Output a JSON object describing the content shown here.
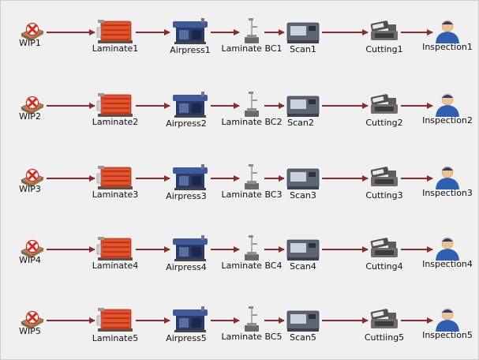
{
  "colors": {
    "background": "#f0f0f0",
    "arrow": "#8b2a2a",
    "wip_box": "#b5835a",
    "wip_cross": "#d9261c",
    "laminate_body": "#e3522b",
    "airpress_body": "#2a3b6b",
    "scan_body": "#5b6470",
    "inspection_body": "#2f5fb0",
    "inspection_head": "#f2c18f"
  },
  "node_types": [
    "wip-icon",
    "laminate-machine-icon",
    "airpress-icon",
    "laminate-bc-icon",
    "scan-machine-icon",
    "cutting-machine-icon",
    "inspection-worker-icon"
  ],
  "lines": [
    {
      "id": 1,
      "nodes": [
        {
          "type": "wip",
          "label": "WIP1"
        },
        {
          "type": "laminate",
          "label": "Laminate1"
        },
        {
          "type": "airpress",
          "label": "Airpress1"
        },
        {
          "type": "laminatebc",
          "label": "Laminate BC1"
        },
        {
          "type": "scan",
          "label": "Scan1"
        },
        {
          "type": "cutting",
          "label": "Cutting1"
        },
        {
          "type": "inspection",
          "label": "Inspection1"
        }
      ]
    },
    {
      "id": 2,
      "nodes": [
        {
          "type": "wip",
          "label": "WIP2"
        },
        {
          "type": "laminate",
          "label": "Laminate2"
        },
        {
          "type": "airpress",
          "label": "Airpress2"
        },
        {
          "type": "laminatebc",
          "label": "Laminate BC2"
        },
        {
          "type": "scan",
          "label": "Scan2"
        },
        {
          "type": "cutting",
          "label": "Cutting2"
        },
        {
          "type": "inspection",
          "label": "Inspection2"
        }
      ]
    },
    {
      "id": 3,
      "nodes": [
        {
          "type": "wip",
          "label": "WIP3"
        },
        {
          "type": "laminate",
          "label": "Laminate3"
        },
        {
          "type": "airpress",
          "label": "Airpress3"
        },
        {
          "type": "laminatebc",
          "label": "Laminate BC3"
        },
        {
          "type": "scan",
          "label": "Scan3"
        },
        {
          "type": "cutting",
          "label": "Cutting3"
        },
        {
          "type": "inspection",
          "label": "Inspection3"
        }
      ]
    },
    {
      "id": 4,
      "nodes": [
        {
          "type": "wip",
          "label": "WIP4"
        },
        {
          "type": "laminate",
          "label": "Laminate4"
        },
        {
          "type": "airpress",
          "label": "Airpress4"
        },
        {
          "type": "laminatebc",
          "label": "Laminate BC4"
        },
        {
          "type": "scan",
          "label": "Scan4"
        },
        {
          "type": "cutting",
          "label": "Cutting4"
        },
        {
          "type": "inspection",
          "label": "Inspection4"
        }
      ]
    },
    {
      "id": 5,
      "nodes": [
        {
          "type": "wip",
          "label": "WIP5"
        },
        {
          "type": "laminate",
          "label": "Laminate5"
        },
        {
          "type": "airpress",
          "label": "Airpress5"
        },
        {
          "type": "laminatebc",
          "label": "Laminate BC5"
        },
        {
          "type": "scan",
          "label": "Scan5"
        },
        {
          "type": "cutting",
          "label": "Cuttiing5"
        },
        {
          "type": "inspection",
          "label": "Inspection5"
        }
      ]
    }
  ]
}
